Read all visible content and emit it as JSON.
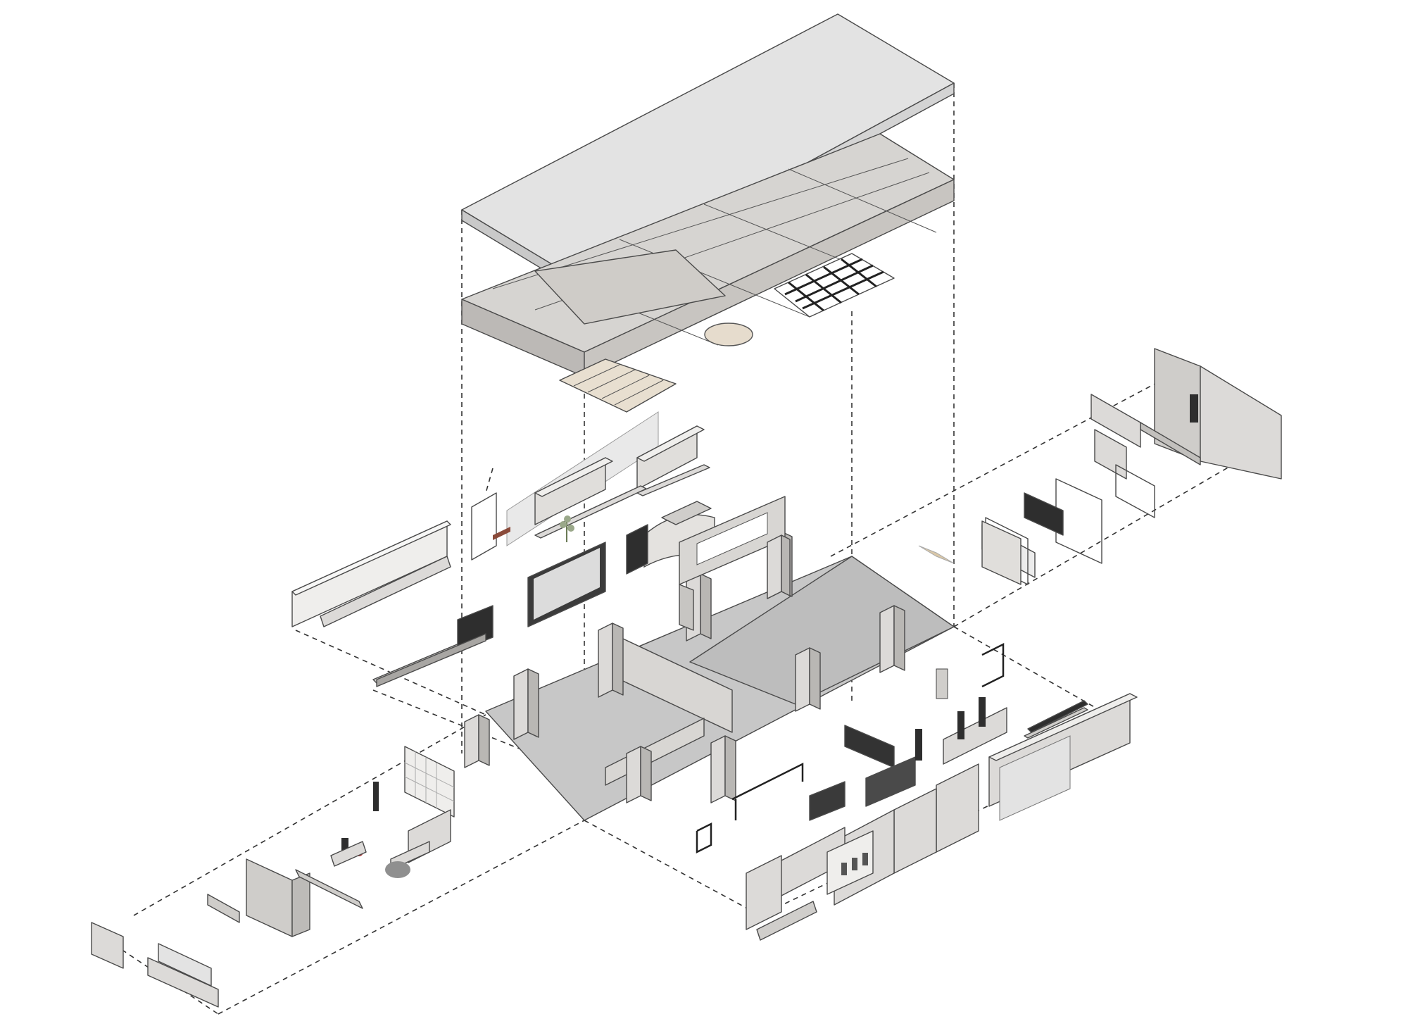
{
  "diagram": {
    "kind": "exploded-axonometric",
    "colors": {
      "background": "#ffffff",
      "slab_top": "#e3e3e3",
      "slab_side": "#c9c9c9",
      "ceiling": "#d6d4d1",
      "floor": "#c7c7c7",
      "floor_dark": "#bdbdbd",
      "wall": "#dcdad8",
      "wall_side": "#b9b7b4",
      "dark": "#2b2b2b",
      "wood": "#d9c7a7",
      "line": "#4a4a4a"
    },
    "groups": [
      {
        "id": "roof-slab",
        "icon": "slab-icon"
      },
      {
        "id": "ceiling-layer",
        "icon": "ceiling-icon"
      },
      {
        "id": "ground-floor",
        "icon": "floor-icon"
      },
      {
        "id": "left-wall-elements",
        "icon": "wall-icon"
      },
      {
        "id": "right-wall-elements",
        "icon": "wall-icon"
      },
      {
        "id": "front-left-furniture",
        "icon": "furniture-icon"
      },
      {
        "id": "front-right-furniture",
        "icon": "furniture-icon"
      }
    ]
  }
}
